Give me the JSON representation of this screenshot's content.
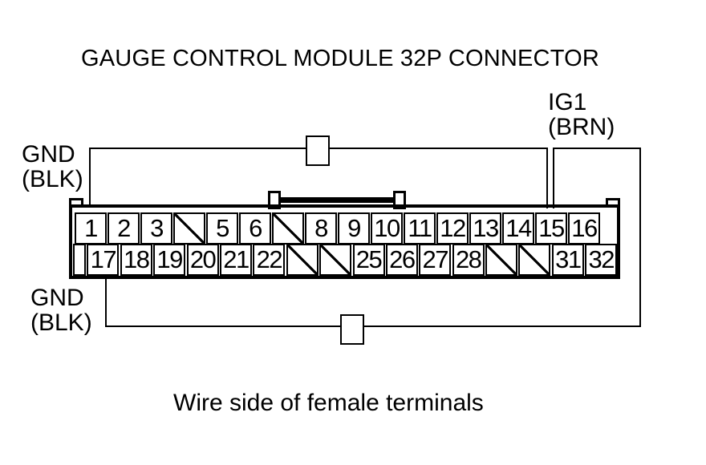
{
  "title": "GAUGE CONTROL MODULE 32P CONNECTOR",
  "caption": "Wire side of female terminals",
  "labels": {
    "ig1": {
      "name": "IG1",
      "wire_color": "(BRN)"
    },
    "gnd_top": {
      "name": "GND",
      "wire_color": "(BLK)"
    },
    "gnd_bottom": {
      "name": "GND",
      "wire_color": "(BLK)"
    }
  },
  "connector": {
    "pin_count_label": "32P",
    "top_pins": [
      "1",
      "2",
      "3",
      "",
      "5",
      "6",
      "",
      "8",
      "9",
      "10",
      "11",
      "12",
      "13",
      "14",
      "15",
      "16"
    ],
    "bottom_pins": [
      "17",
      "18",
      "19",
      "20",
      "21",
      "22",
      "",
      "",
      "25",
      "26",
      "27",
      "28",
      "",
      "",
      "31",
      "32"
    ]
  },
  "colors": {
    "ink": "#000000",
    "background": "#ffffff"
  }
}
